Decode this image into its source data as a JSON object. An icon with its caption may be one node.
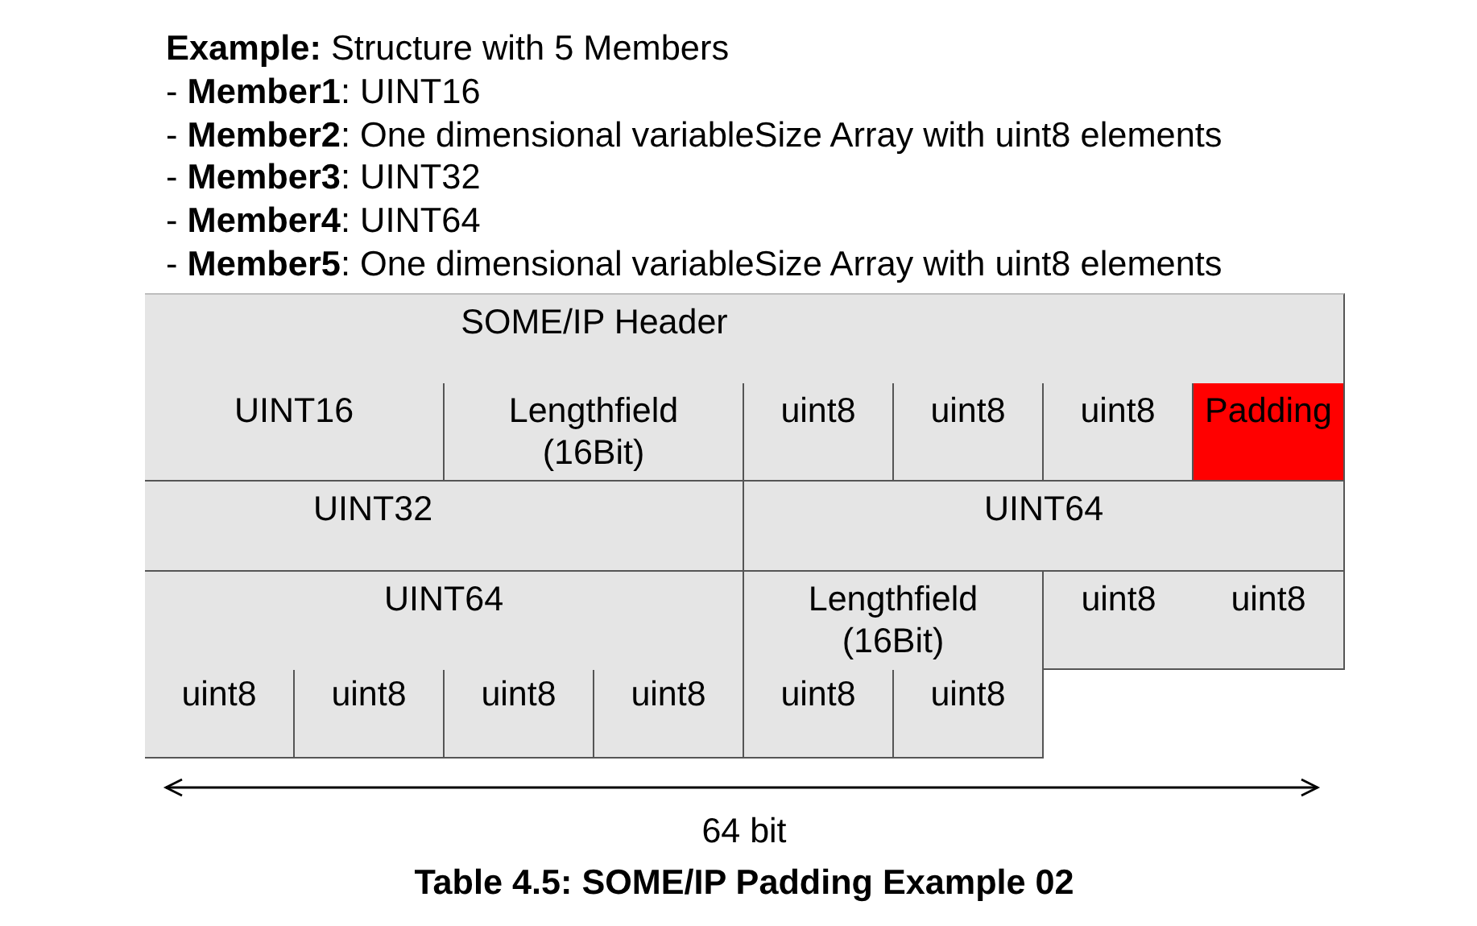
{
  "diagram": {
    "caption": "Table 4.5: SOME/IP Padding Example 02",
    "nodes": [
      {
        "text": [
          "SOME/IP Header"
        ]
      },
      {
        "text": [
          "UINT16"
        ]
      },
      {
        "text": [
          "Lengthfield (16Bit)"
        ]
      },
      {
        "text": [
          "uint8"
        ]
      },
      {
        "text": [
          "uint8"
        ]
      },
      {
        "text": [
          "uint8"
        ]
      },
      {
        "text": [
          "Padding"
        ]
      },
      {
        "text": [
          "UINT32"
        ]
      },
      {
        "text": [
          "UINT64"
        ]
      },
      {
        "text": [
          "UINT64"
        ]
      },
      {
        "text": [
          "Lengthfield (16Bit)"
        ]
      },
      {
        "text": [
          "uint8"
        ]
      },
      {
        "text": [
          "uint8"
        ]
      },
      {
        "text": [
          "uint8"
        ]
      },
      {
        "text": [
          "uint8"
        ]
      },
      {
        "text": [
          "uint8"
        ]
      },
      {
        "text": [
          "uint8"
        ]
      },
      {
        "text": [
          "uint8"
        ]
      },
      {
        "text": [
          "uint8"
        ]
      }
    ],
    "labels": [
      "**Example:** Structure with 5 Members",
      "- **Member1**: UINT16",
      "- **Member2**: One dimensional variableSize Array with uint8 elements",
      "- **Member3**: UINT32",
      "- **Member4**: UINT64",
      "- **Member5**: One dimensional variableSize Array with uint8 elements",
      "64 bit"
    ]
  }
}
